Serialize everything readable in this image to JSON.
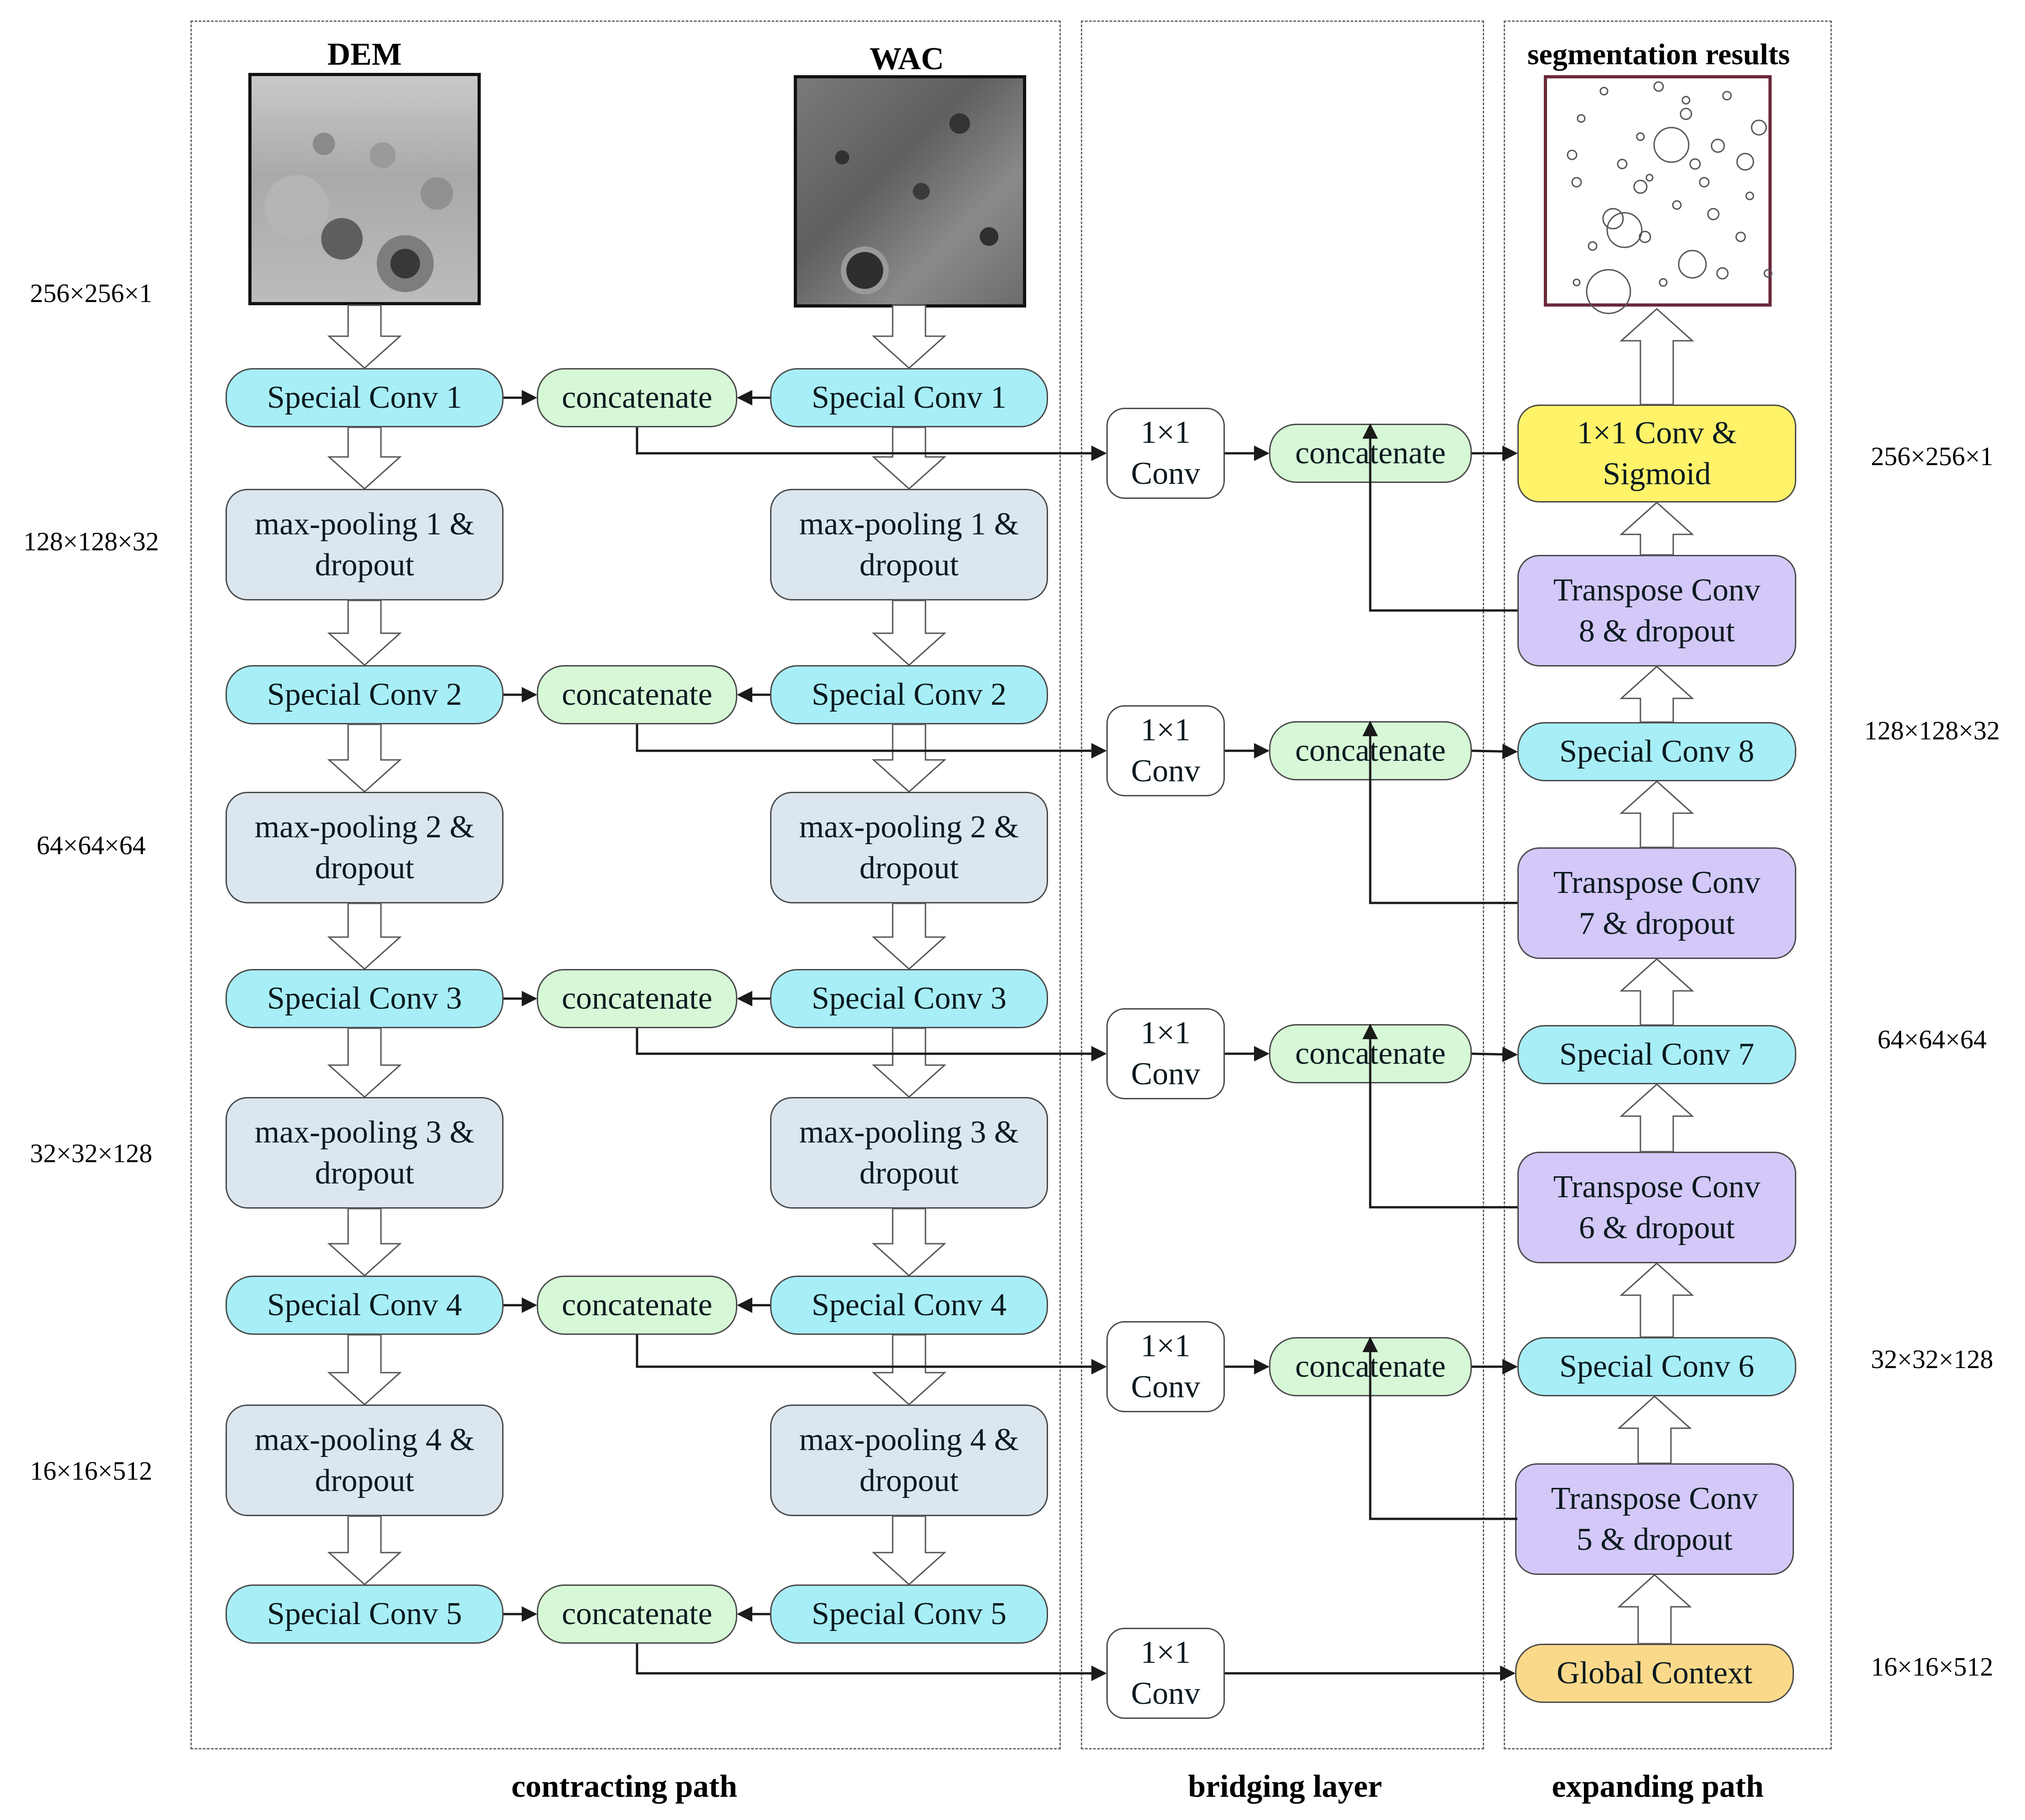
{
  "sections": {
    "contracting": "contracting path",
    "bridging": "bridging layer",
    "expanding": "expanding path"
  },
  "images": {
    "dem": "DEM",
    "wac": "WAC",
    "segmentation": "segmentation results"
  },
  "dims_left": [
    "256×256×1",
    "128×128×32",
    "64×64×64",
    "32×32×128",
    "16×16×512"
  ],
  "dims_right": [
    "256×256×1",
    "128×128×32",
    "64×64×64",
    "32×32×128",
    "16×16×512"
  ],
  "contracting": {
    "special_conv": [
      "Special Conv 1",
      "Special Conv 2",
      "Special Conv 3",
      "Special Conv 4",
      "Special Conv 5"
    ],
    "maxpool": [
      [
        "max-pooling 1 &",
        "dropout"
      ],
      [
        "max-pooling 2 &",
        "dropout"
      ],
      [
        "max-pooling 3 &",
        "dropout"
      ],
      [
        "max-pooling 4 &",
        "dropout"
      ]
    ],
    "concatenate": "concatenate"
  },
  "bridging": {
    "conv1x1": [
      "1×1",
      "Conv"
    ],
    "concatenate": "concatenate"
  },
  "expanding": {
    "final": [
      "1×1 Conv &",
      "Sigmoid"
    ],
    "transpose": [
      [
        "Transpose Conv",
        "8 & dropout"
      ],
      [
        "Transpose Conv",
        "7 & dropout"
      ],
      [
        "Transpose Conv",
        "6 & dropout"
      ],
      [
        "Transpose Conv",
        "5 & dropout"
      ]
    ],
    "special_conv": [
      "Special Conv 8",
      "Special Conv 7",
      "Special Conv 6"
    ],
    "global_context": "Global Context"
  }
}
